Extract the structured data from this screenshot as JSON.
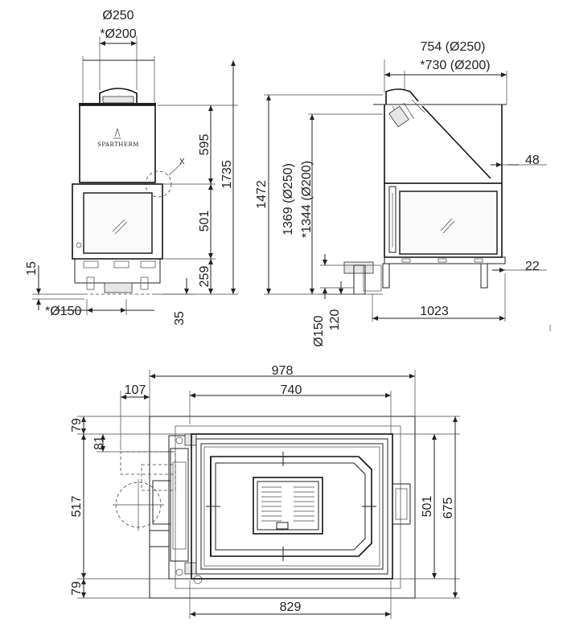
{
  "brand": "SPARTHERM",
  "front_view": {
    "flue_dia": "Ø250",
    "flue_dia_alt": "*Ø200",
    "height_upper": "595",
    "height_total": "1735",
    "height_window": "501",
    "height_base": "259",
    "bottom_offset": "15",
    "bottom_small": "35",
    "air_inlet": "*Ø150",
    "detail_mark": "X"
  },
  "side_view": {
    "width_top": "754 (Ø250)",
    "width_top_alt": "*730 (Ø200)",
    "height_total": "1472",
    "height_flue": "1369 (Ø250)",
    "height_flue_alt": "*1344 (Ø200)",
    "side_48": "48",
    "side_22": "22",
    "depth": "1023",
    "air_dia": "Ø150",
    "air_height": "120"
  },
  "top_view": {
    "width_total": "978",
    "width_inner": "740",
    "width_bottom": "829",
    "offset_107": "107",
    "depth_79_top": "79",
    "depth_81": "81",
    "depth_517": "517",
    "depth_79_bottom": "79",
    "depth_501": "501",
    "depth_675": "675"
  }
}
